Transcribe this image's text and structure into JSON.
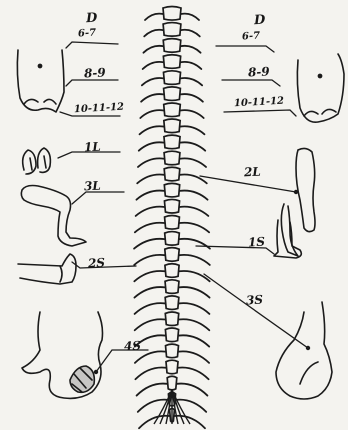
{
  "diagram": {
    "ink_color": "#1b1b1b",
    "paper_color": "#f4f3ef",
    "labels": {
      "d_left": "D",
      "d_left_range": "6-7",
      "d_right": "D",
      "d_right_range": "6-7",
      "t8_9_left": "8-9",
      "t8_9_right": "8-9",
      "t10_12_left": "10-11-12",
      "t10_12_right": "10-11-12",
      "l1": "1L",
      "l2": "2L",
      "l3": "3L",
      "s1": "1S",
      "s2": "2S",
      "s3": "3S",
      "s4": "4S"
    }
  }
}
